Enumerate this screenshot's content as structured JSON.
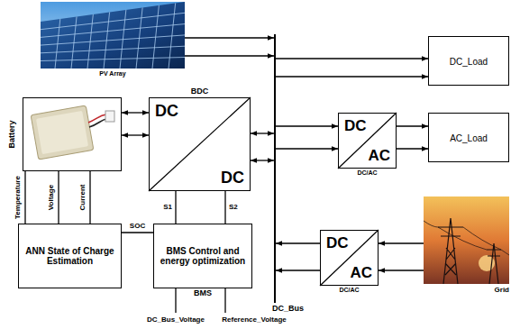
{
  "diagram": {
    "nodes": [
      {
        "text": [
          "PV Array"
        ]
      },
      {
        "text": [
          "DC_Load"
        ]
      },
      {
        "text": [
          "Battery"
        ]
      },
      {
        "text": [
          "BDC",
          "DC",
          "DC"
        ]
      },
      {
        "text": [
          "DC",
          "AC",
          "DC/AC"
        ]
      },
      {
        "text": [
          "AC_Load"
        ]
      },
      {
        "text": [
          "Grid"
        ]
      },
      {
        "text": [
          "DC",
          "AC",
          "DC/AC"
        ]
      },
      {
        "text": [
          "ANN State of Charge Estimation"
        ]
      },
      {
        "text": [
          "BMS Control and energy optimization",
          "BMS"
        ]
      },
      {
        "text": [
          "DC_Bus"
        ]
      }
    ],
    "edges": [
      {
        "from": 0,
        "to": 10,
        "arrow": "to"
      },
      {
        "from": 0,
        "to": 10,
        "arrow": "to"
      },
      {
        "from": 10,
        "to": 1,
        "arrow": "to"
      },
      {
        "from": 10,
        "to": 1,
        "arrow": "to"
      },
      {
        "from": 2,
        "to": 3,
        "arrow": "both"
      },
      {
        "from": 2,
        "to": 3,
        "arrow": "both"
      },
      {
        "from": 3,
        "to": 10,
        "arrow": "both"
      },
      {
        "from": 3,
        "to": 10,
        "arrow": "both"
      },
      {
        "from": 10,
        "to": 4,
        "arrow": "to"
      },
      {
        "from": 10,
        "to": 4,
        "arrow": "to"
      },
      {
        "from": 4,
        "to": 5,
        "arrow": "to"
      },
      {
        "from": 4,
        "to": 5,
        "arrow": "to"
      },
      {
        "from": 6,
        "to": 7,
        "arrow": "to"
      },
      {
        "from": 6,
        "to": 7,
        "arrow": "to"
      },
      {
        "from": 7,
        "to": 10,
        "arrow": "to"
      },
      {
        "from": 7,
        "to": 10,
        "arrow": "to"
      },
      {
        "from": 2,
        "to": 8,
        "label": "Temperature",
        "arrow": "none"
      },
      {
        "from": 2,
        "to": 8,
        "label": "Voltage",
        "arrow": "none"
      },
      {
        "from": 2,
        "to": 8,
        "label": "Current",
        "arrow": "none"
      },
      {
        "from": 8,
        "to": 9,
        "label": "SOC",
        "arrow": "none"
      },
      {
        "from": 9,
        "to": 3,
        "label": "S1",
        "arrow": "none"
      },
      {
        "from": 9,
        "to": 3,
        "label": "S2",
        "arrow": "none"
      }
    ],
    "labels": [
      "DC_Bus_Voltage",
      "Reference_Voltage"
    ]
  }
}
